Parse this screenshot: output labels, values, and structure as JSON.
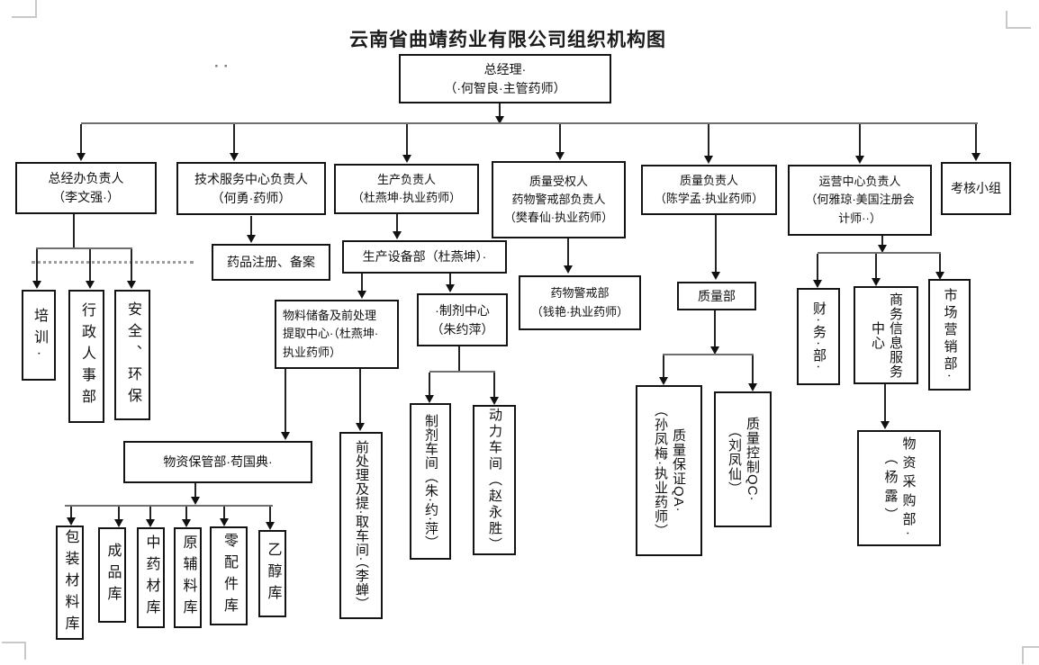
{
  "title": "云南省曲靖药业有限公司组织机构图",
  "format_marks": "· ·",
  "nodes": {
    "ceo": "总经理·\n（·何智良·主管药师）",
    "gm_office": "总经办负责人\n（李文强·）",
    "tech_center": "技术服务中心负责人\n（何勇·药师）",
    "production": "生产负责人\n（杜燕坤·执业药师）",
    "quality_auth": "质量受权人\n药物警戒部负责人\n（樊春仙·执业药师）",
    "quality_head": "质量负责人\n（陈学孟·执业药师）",
    "ops_center": "运营中心负责人\n（何雅琼·美国注册会\n计师··）",
    "assessment": "考核小组",
    "drug_reg": "药品注册、备案",
    "equipment": "生产设备部（杜燕坤）·",
    "material_prep": "物料储备及前处理\n提取中心·（杜燕坤·\n执业药师）",
    "prep_center": "·制剂中心\n（朱约萍）",
    "pharmacovigilance": "药物警戒部\n（钱艳·执业药师）",
    "quality_dept": "质量部",
    "training": "培训·",
    "admin_hr": "行政人事部",
    "safety": "安全、环保",
    "finance": "财·务·部·",
    "business_info": "商务信息服务\n中心",
    "marketing": "市场营销部·",
    "storage": "物资保管部·苟国典·",
    "prep_workshop": "前处理及提·取车间·（李蝉）",
    "formulation_workshop": "制剂车间（朱·约·萍）",
    "power_workshop": "动力车间（赵永胜）",
    "qa": "质量保证QA·\n（孙凤梅·执业药师）",
    "qc": "质量控制QC·\n（刘凤仙）",
    "purchasing": "物资采购部·\n（杨露）",
    "wh_packaging": "包装材料库",
    "wh_finished": "成品库",
    "wh_herbs": "中药材库",
    "wh_raw": "原辅料库",
    "wh_parts": "零配件库",
    "wh_ethanol": "乙醇库"
  }
}
